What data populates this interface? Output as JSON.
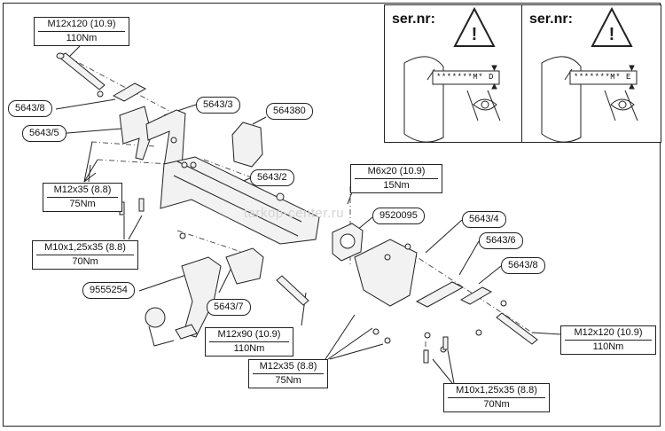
{
  "labels": {
    "m12x120_top": {
      "spec": "M12x120 (10.9)",
      "torque": "110Nm"
    },
    "part_5643_8_left": "5643/8",
    "part_5643_3": "5643/3",
    "part_564380": "564380",
    "part_5643_5": "5643/5",
    "m12x35_left": {
      "spec": "M12x35 (8.8)",
      "torque": "75Nm"
    },
    "part_5643_2": "5643/2",
    "m6x20": {
      "spec": "M6x20 (10.9)",
      "torque": "15Nm"
    },
    "part_9520095": "9520095",
    "part_5643_4": "5643/4",
    "m10_left": {
      "spec": "M10x1,25x35 (8.8)",
      "torque": "70Nm"
    },
    "part_5643_6": "5643/6",
    "part_5643_8_right": "5643/8",
    "part_9555254": "9555254",
    "part_5643_7": "5643/7",
    "m12x90": {
      "spec": "M12x90 (10.9)",
      "torque": "110Nm"
    },
    "m12x120_right": {
      "spec": "M12x120 (10.9)",
      "torque": "110Nm"
    },
    "m12x35_bottom": {
      "spec": "M12x35 (8.8)",
      "torque": "75Nm"
    },
    "m10_bottom": {
      "spec": "M10x1,25x35 (8.8)",
      "torque": "70Nm"
    }
  },
  "insets": [
    {
      "title": "ser.nr:",
      "plate_text": "*******M* D"
    },
    {
      "title": "ser.nr:",
      "plate_text": "*******M* E"
    }
  ],
  "watermark": "tarkop-center.ru",
  "colors": {
    "line": "#222222",
    "part_fill": "#f2f2f2",
    "warning_fill": "#ffffff"
  }
}
